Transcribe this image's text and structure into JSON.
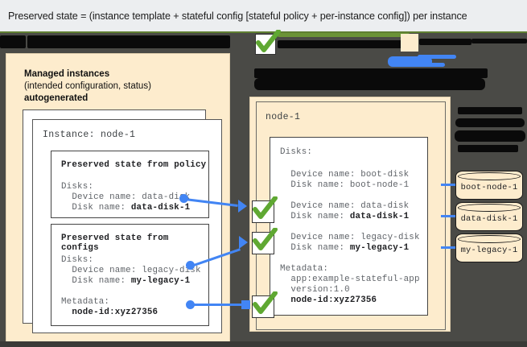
{
  "caption": {
    "text": "Preserved state = (instance template + stateful config [stateful policy + per-instance config]) per instance"
  },
  "colors": {
    "background": "#4a4a46",
    "caption_bg": "#eceef0",
    "panel_cream": "#fdeccd",
    "accent_blue": "#4285f4",
    "accent_green": "#6b9337",
    "check_green": "#5fa832",
    "redaction_black": "#0a0a0a"
  },
  "left_panel": {
    "title_line1": "Managed instances",
    "title_line2": "(intended configuration, status)",
    "title_line3": "autogenerated",
    "instance_label": "Instance: node-1",
    "policy_box": {
      "title": "Preserved state from policy",
      "lines": [
        "Disks:",
        "  Device name: data-disk",
        "  Disk name: "
      ],
      "bold_value": "data-disk-1"
    },
    "configs_box": {
      "title": "Preserved state from configs",
      "lines": [
        "Disks:",
        "  Device name: legacy-disk",
        "  Disk name: "
      ],
      "bold_value": "my-legacy-1",
      "metadata_label": "Metadata:",
      "metadata_value": "node-id:xyz27356"
    }
  },
  "right_panel": {
    "node_label": "node-1",
    "disks_label": "Disks:",
    "disk_entries": [
      {
        "device": "  Device name: boot-disk",
        "disk_prefix": "  Disk name: ",
        "disk_name": "boot-node-1",
        "bold": false,
        "checked": false
      },
      {
        "device": "  Device name: data-disk",
        "disk_prefix": "  Disk name: ",
        "disk_name": "data-disk-1",
        "bold": true,
        "checked": true
      },
      {
        "device": "  Device name: legacy-disk",
        "disk_prefix": "  Disk name: ",
        "disk_name": "my-legacy-1",
        "bold": true,
        "checked": true
      }
    ],
    "metadata_label": "Metadata:",
    "metadata_lines": [
      {
        "text": "  app:example-stateful-app",
        "bold": false
      },
      {
        "text": "  version:1.0",
        "bold": false
      },
      {
        "text": "  node-id:xyz27356",
        "bold": true
      }
    ]
  },
  "disks": [
    {
      "name": "boot-node-1"
    },
    {
      "name": "data-disk-1"
    },
    {
      "name": "my-legacy-1"
    }
  ]
}
